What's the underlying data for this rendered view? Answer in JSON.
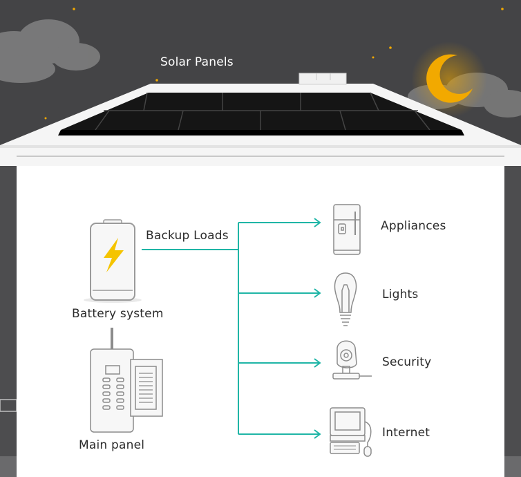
{
  "labels": {
    "solar_panels": "Solar Panels",
    "backup_loads": "Backup Loads",
    "battery_system": "Battery system",
    "main_panel": "Main panel"
  },
  "loads": [
    {
      "label": "Appliances",
      "icon": "refrigerator-icon"
    },
    {
      "label": "Lights",
      "icon": "light-bulb-icon"
    },
    {
      "label": "Security",
      "icon": "security-camera-icon"
    },
    {
      "label": "Internet",
      "icon": "computer-icon"
    }
  ],
  "colors": {
    "night_sky": "#444446",
    "wall": "#ffffff",
    "connector": "#1fb5a6",
    "panel": "#151515",
    "moon": "#f2a900",
    "bolt": "#f5c400"
  }
}
